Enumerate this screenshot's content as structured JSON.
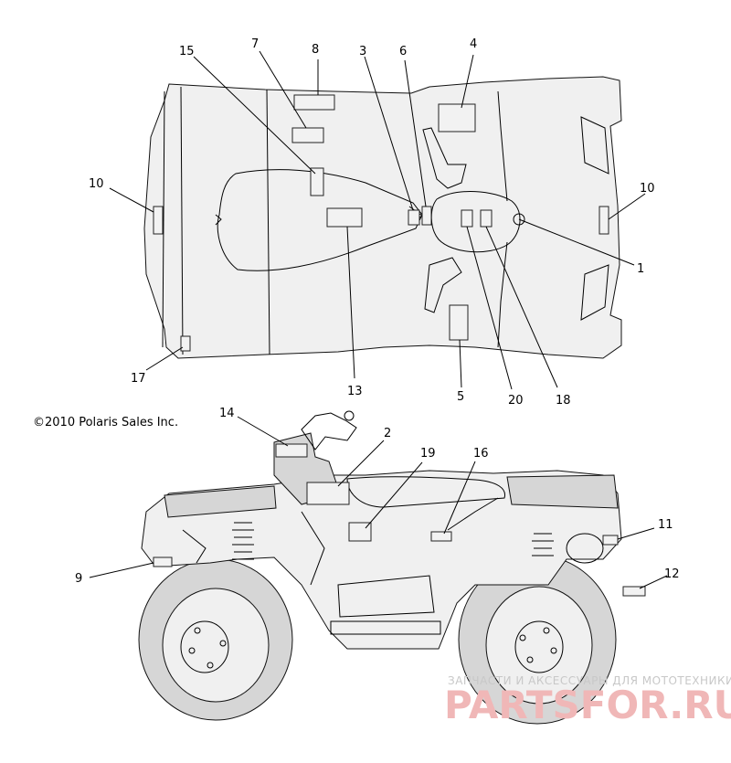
{
  "copyright": "©2010 Polaris Sales Inc.",
  "watermark": {
    "line1": "ЗАПЧАСТИ И АКСЕССУАРЫ ДЛЯ МОТОТЕХНИКИ",
    "line2": "PARTSFOR.RU"
  },
  "callouts": {
    "c1": "1",
    "c2": "2",
    "c3": "3",
    "c4": "4",
    "c5": "5",
    "c6": "6",
    "c7": "7",
    "c8": "8",
    "c9": "9",
    "c10a": "10",
    "c10b": "10",
    "c11": "11",
    "c12": "12",
    "c13": "13",
    "c14": "14",
    "c15": "15",
    "c16": "16",
    "c17": "17",
    "c18": "18",
    "c19": "19",
    "c20": "20"
  }
}
